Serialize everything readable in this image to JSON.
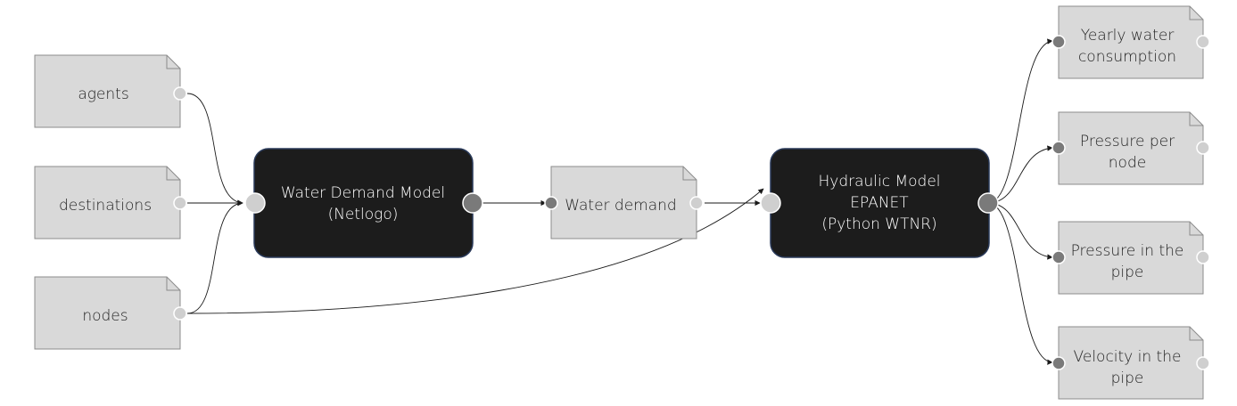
{
  "colors": {
    "data_fill": "#d9d9d9",
    "data_stroke": "#8c8c8c",
    "model_fill": "#1c1c1c",
    "model_stroke": "#2a3a5a",
    "port_light": "#cfcfcf",
    "port_dark": "#7a7a7a",
    "edge": "#1a1a1a"
  },
  "inputs": {
    "agents": "agents",
    "destinations": "destinations",
    "nodes": "nodes"
  },
  "models": {
    "water_demand": [
      "Water Demand Model",
      "(Netlogo)"
    ],
    "hydraulic": [
      "Hydraulic Model",
      "EPANET",
      "(Python WTNR)"
    ]
  },
  "intermediate": {
    "water_demand": "Water demand"
  },
  "outputs": {
    "yearly": [
      "Yearly water",
      "consumption"
    ],
    "pressure_node": [
      "Pressure per",
      "node"
    ],
    "pressure_pipe": [
      "Pressure in the",
      "pipe"
    ],
    "velocity_pipe": [
      "Velocity in the",
      "pipe"
    ]
  }
}
